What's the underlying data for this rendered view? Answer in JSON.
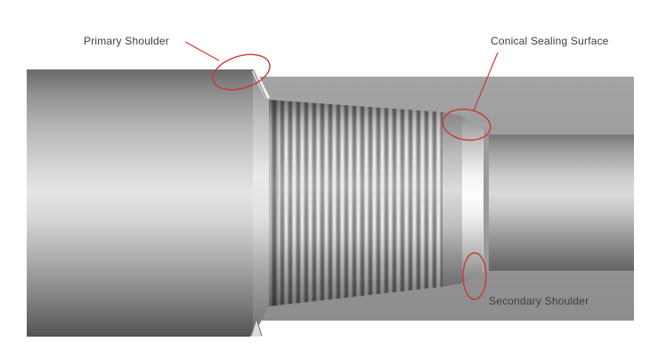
{
  "figure": {
    "annotations": {
      "primary_shoulder": {
        "label": "Primary Shoulder"
      },
      "conical_sealing_surface": {
        "label": "Conical Sealing Surface"
      },
      "secondary_shoulder": {
        "label": "Secondary Shoulder"
      }
    },
    "colors": {
      "annotation_red": "#c63a32",
      "label_text": "#3d3d3d",
      "background": "#ffffff"
    }
  }
}
